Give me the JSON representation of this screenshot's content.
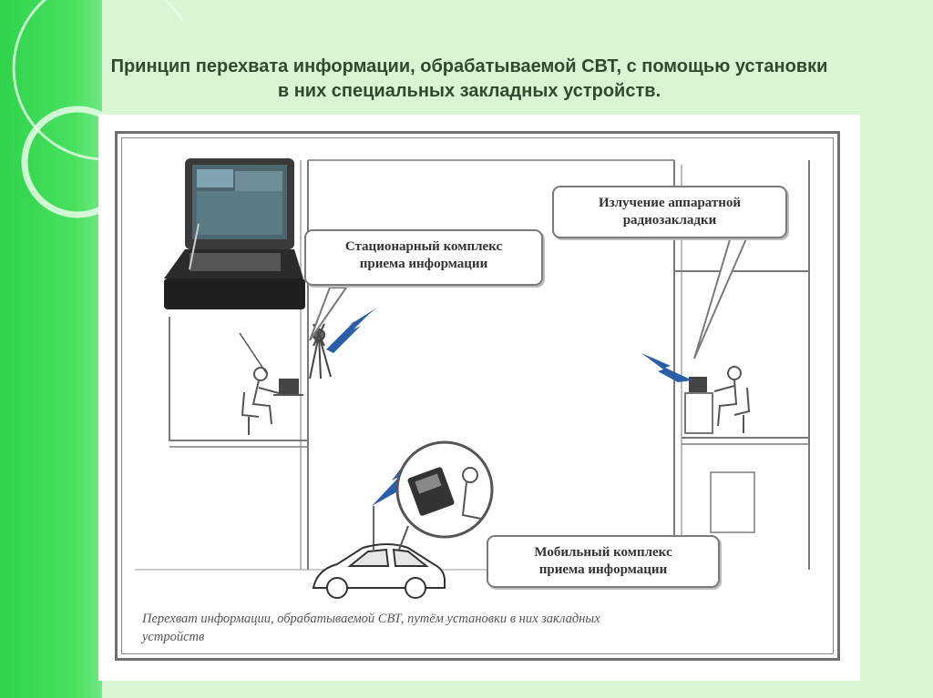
{
  "slide": {
    "title_line1": "Принцип перехвата информации, обрабатываемой СВТ, с помощью установки",
    "title_line2": "в них специальных закладных устройств."
  },
  "diagram": {
    "callout_stationary": {
      "line1": "Стационарный комплекс",
      "line2": "приема информации"
    },
    "callout_emission": {
      "line1": "Излучение аппаратной",
      "line2": "радиозакладки"
    },
    "callout_mobile": {
      "line1": "Мобильный комплекс",
      "line2": "приема информации"
    },
    "caption_line1": "Перехват информации, обрабатываемой СВТ, путём установки в них закладных",
    "caption_line2": "устройств"
  },
  "colors": {
    "band_green": "#2fd34c",
    "background": "#d9f5d3",
    "signal_blue": "#2a5fa8",
    "title_text": "#2f4a2e"
  }
}
